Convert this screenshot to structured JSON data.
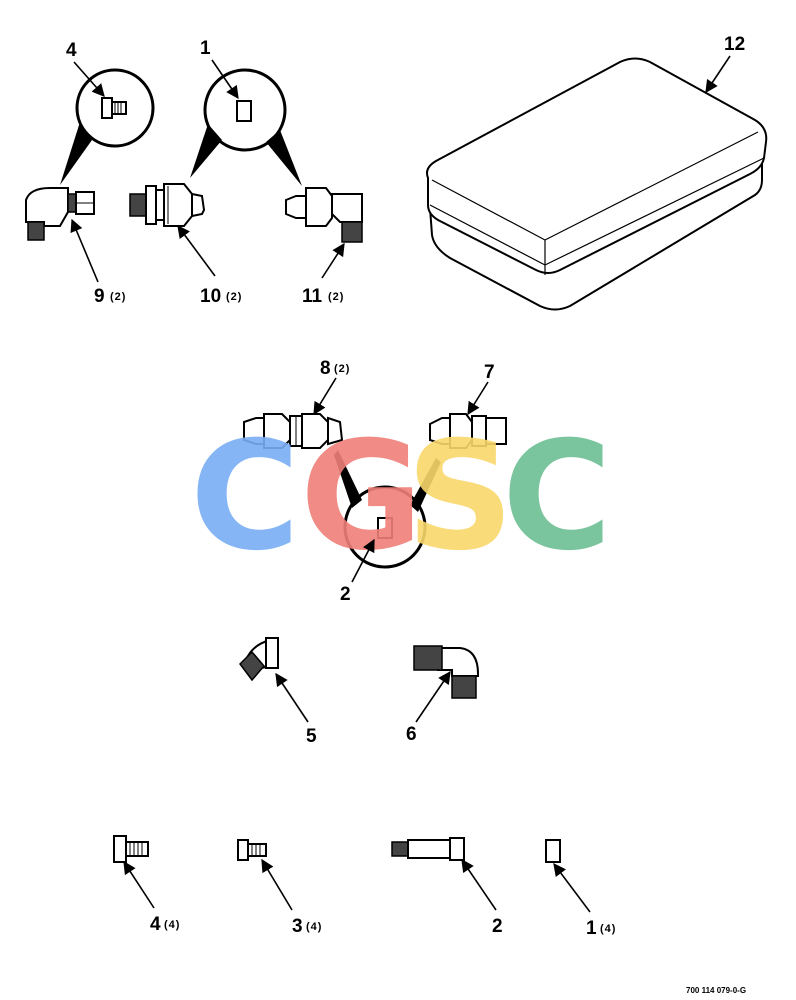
{
  "callouts": {
    "c1": {
      "num": "1",
      "qty": ""
    },
    "c4": {
      "num": "4",
      "qty": ""
    },
    "c9": {
      "num": "9",
      "qty": "(2)"
    },
    "c10": {
      "num": "10",
      "qty": "(2)"
    },
    "c11": {
      "num": "11",
      "qty": "(2)"
    },
    "c12": {
      "num": "12",
      "qty": ""
    },
    "c8": {
      "num": "8",
      "qty": "(2)"
    },
    "c7": {
      "num": "7",
      "qty": ""
    },
    "c2a": {
      "num": "2",
      "qty": ""
    },
    "c5": {
      "num": "5",
      "qty": ""
    },
    "c6": {
      "num": "6",
      "qty": ""
    },
    "c4b": {
      "num": "4",
      "qty": "(4)"
    },
    "c3": {
      "num": "3",
      "qty": "(4)"
    },
    "c2b": {
      "num": "2",
      "qty": ""
    },
    "c1b": {
      "num": "1",
      "qty": "(4)"
    }
  },
  "watermark": {
    "letters": [
      "C",
      "G",
      "S",
      "C"
    ],
    "colors": [
      "#7aaef5",
      "#f07f78",
      "#fad86c",
      "#6dbf94"
    ]
  },
  "drawing_number": "700 114 079-0-G"
}
